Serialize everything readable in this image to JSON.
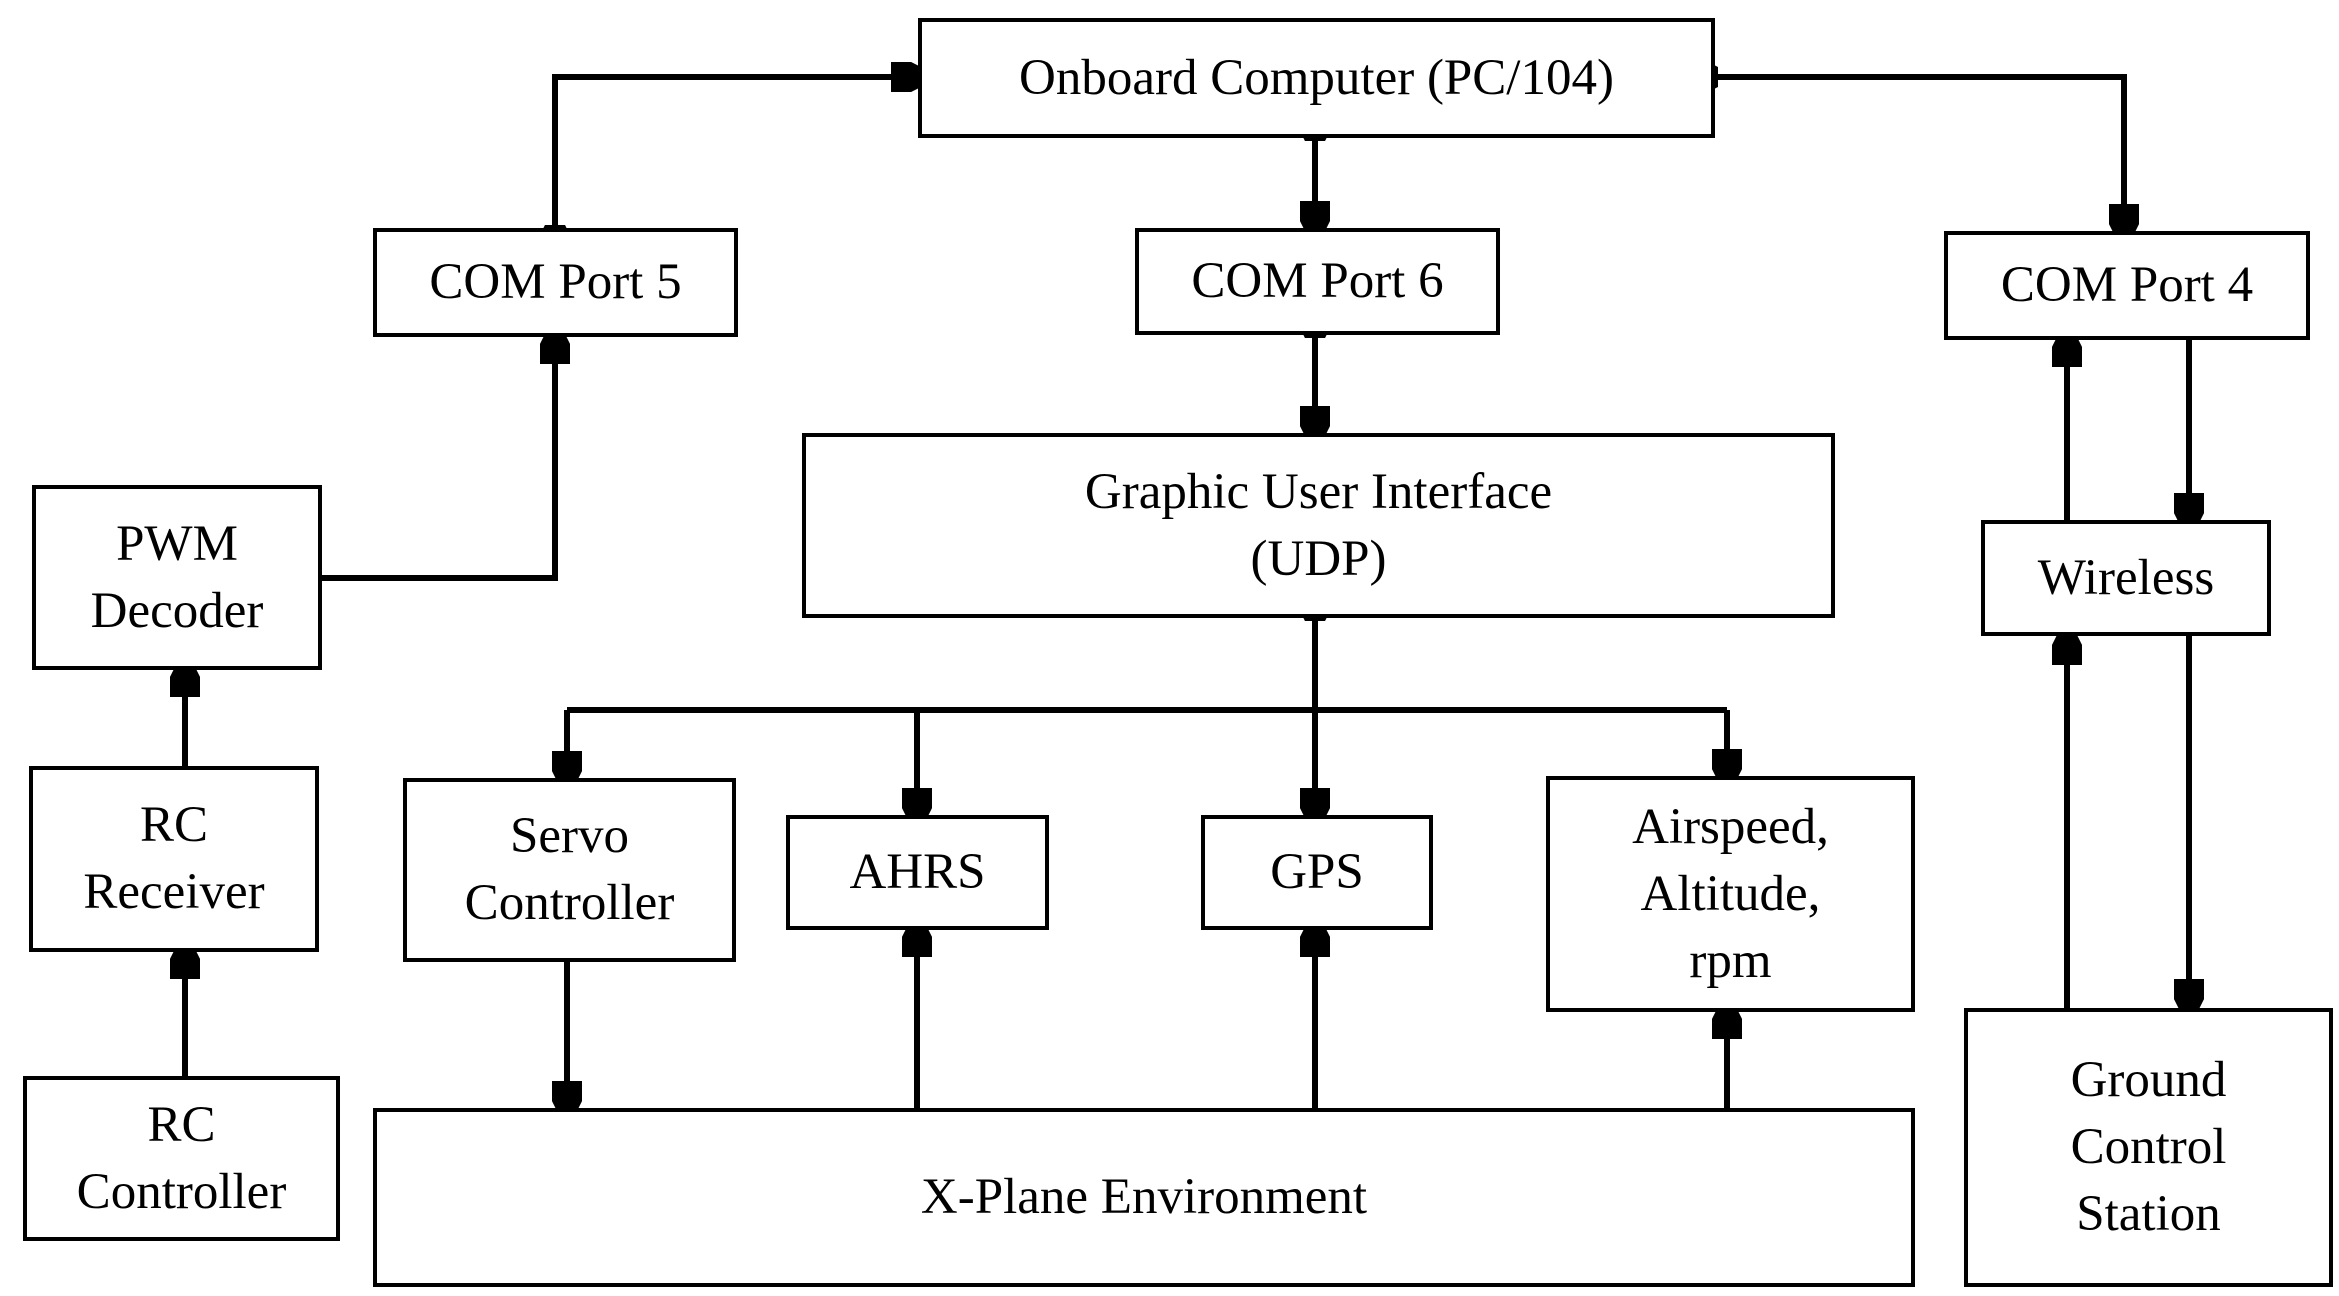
{
  "nodes": {
    "onboard_computer": "Onboard Computer (PC/104)",
    "com_port_5": "COM Port 5",
    "com_port_6": "COM Port 6",
    "com_port_4": "COM Port 4",
    "pwm_decoder": "PWM\nDecoder",
    "gui": "Graphic User Interface\n(UDP)",
    "wireless": "Wireless",
    "rc_receiver": "RC\nReceiver",
    "rc_controller": "RC\nController",
    "servo_controller": "Servo\nController",
    "ahrs": "AHRS",
    "gps": "GPS",
    "airspeed": "Airspeed,\nAltitude,\nrpm",
    "xplane": "X-Plane Environment",
    "ground_station": "Ground\nControl\nStation"
  },
  "colors": {
    "line": "#000000",
    "background": "#ffffff"
  }
}
